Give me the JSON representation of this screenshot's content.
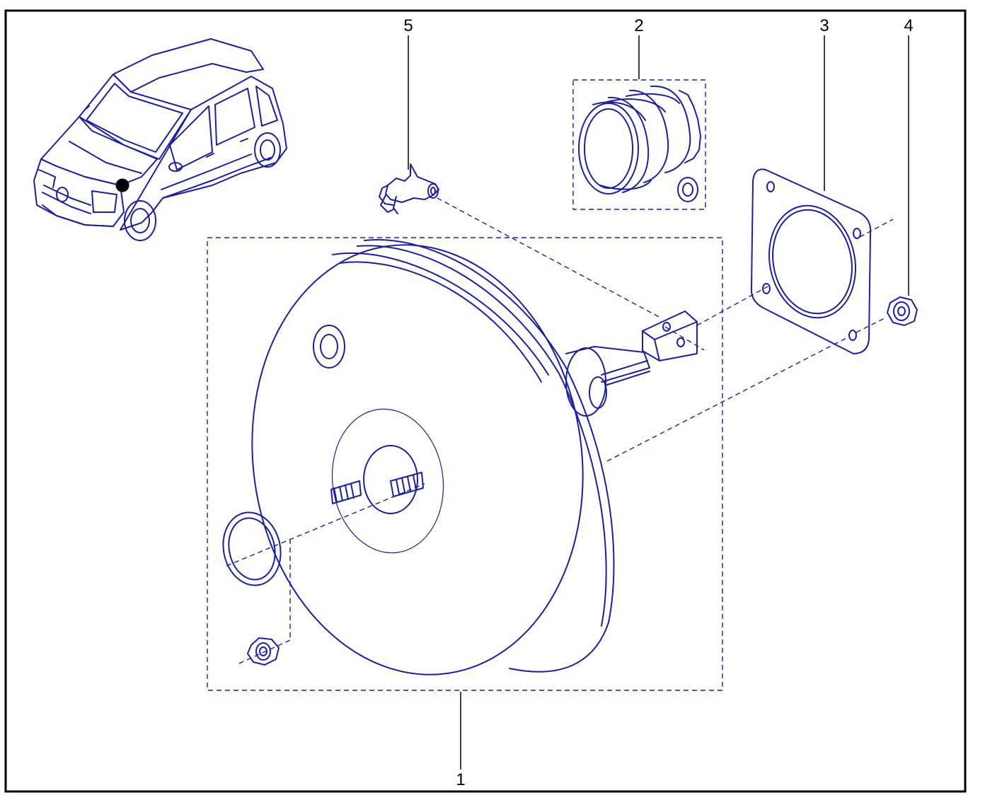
{
  "colors": {
    "ink": "#1a1fa6",
    "frame": "#000000",
    "marker": "#000000",
    "background": "#ffffff"
  },
  "callouts": {
    "brake_booster": "1",
    "bellows_kit": "2",
    "gasket": "3",
    "nut": "4",
    "clip": "5"
  }
}
